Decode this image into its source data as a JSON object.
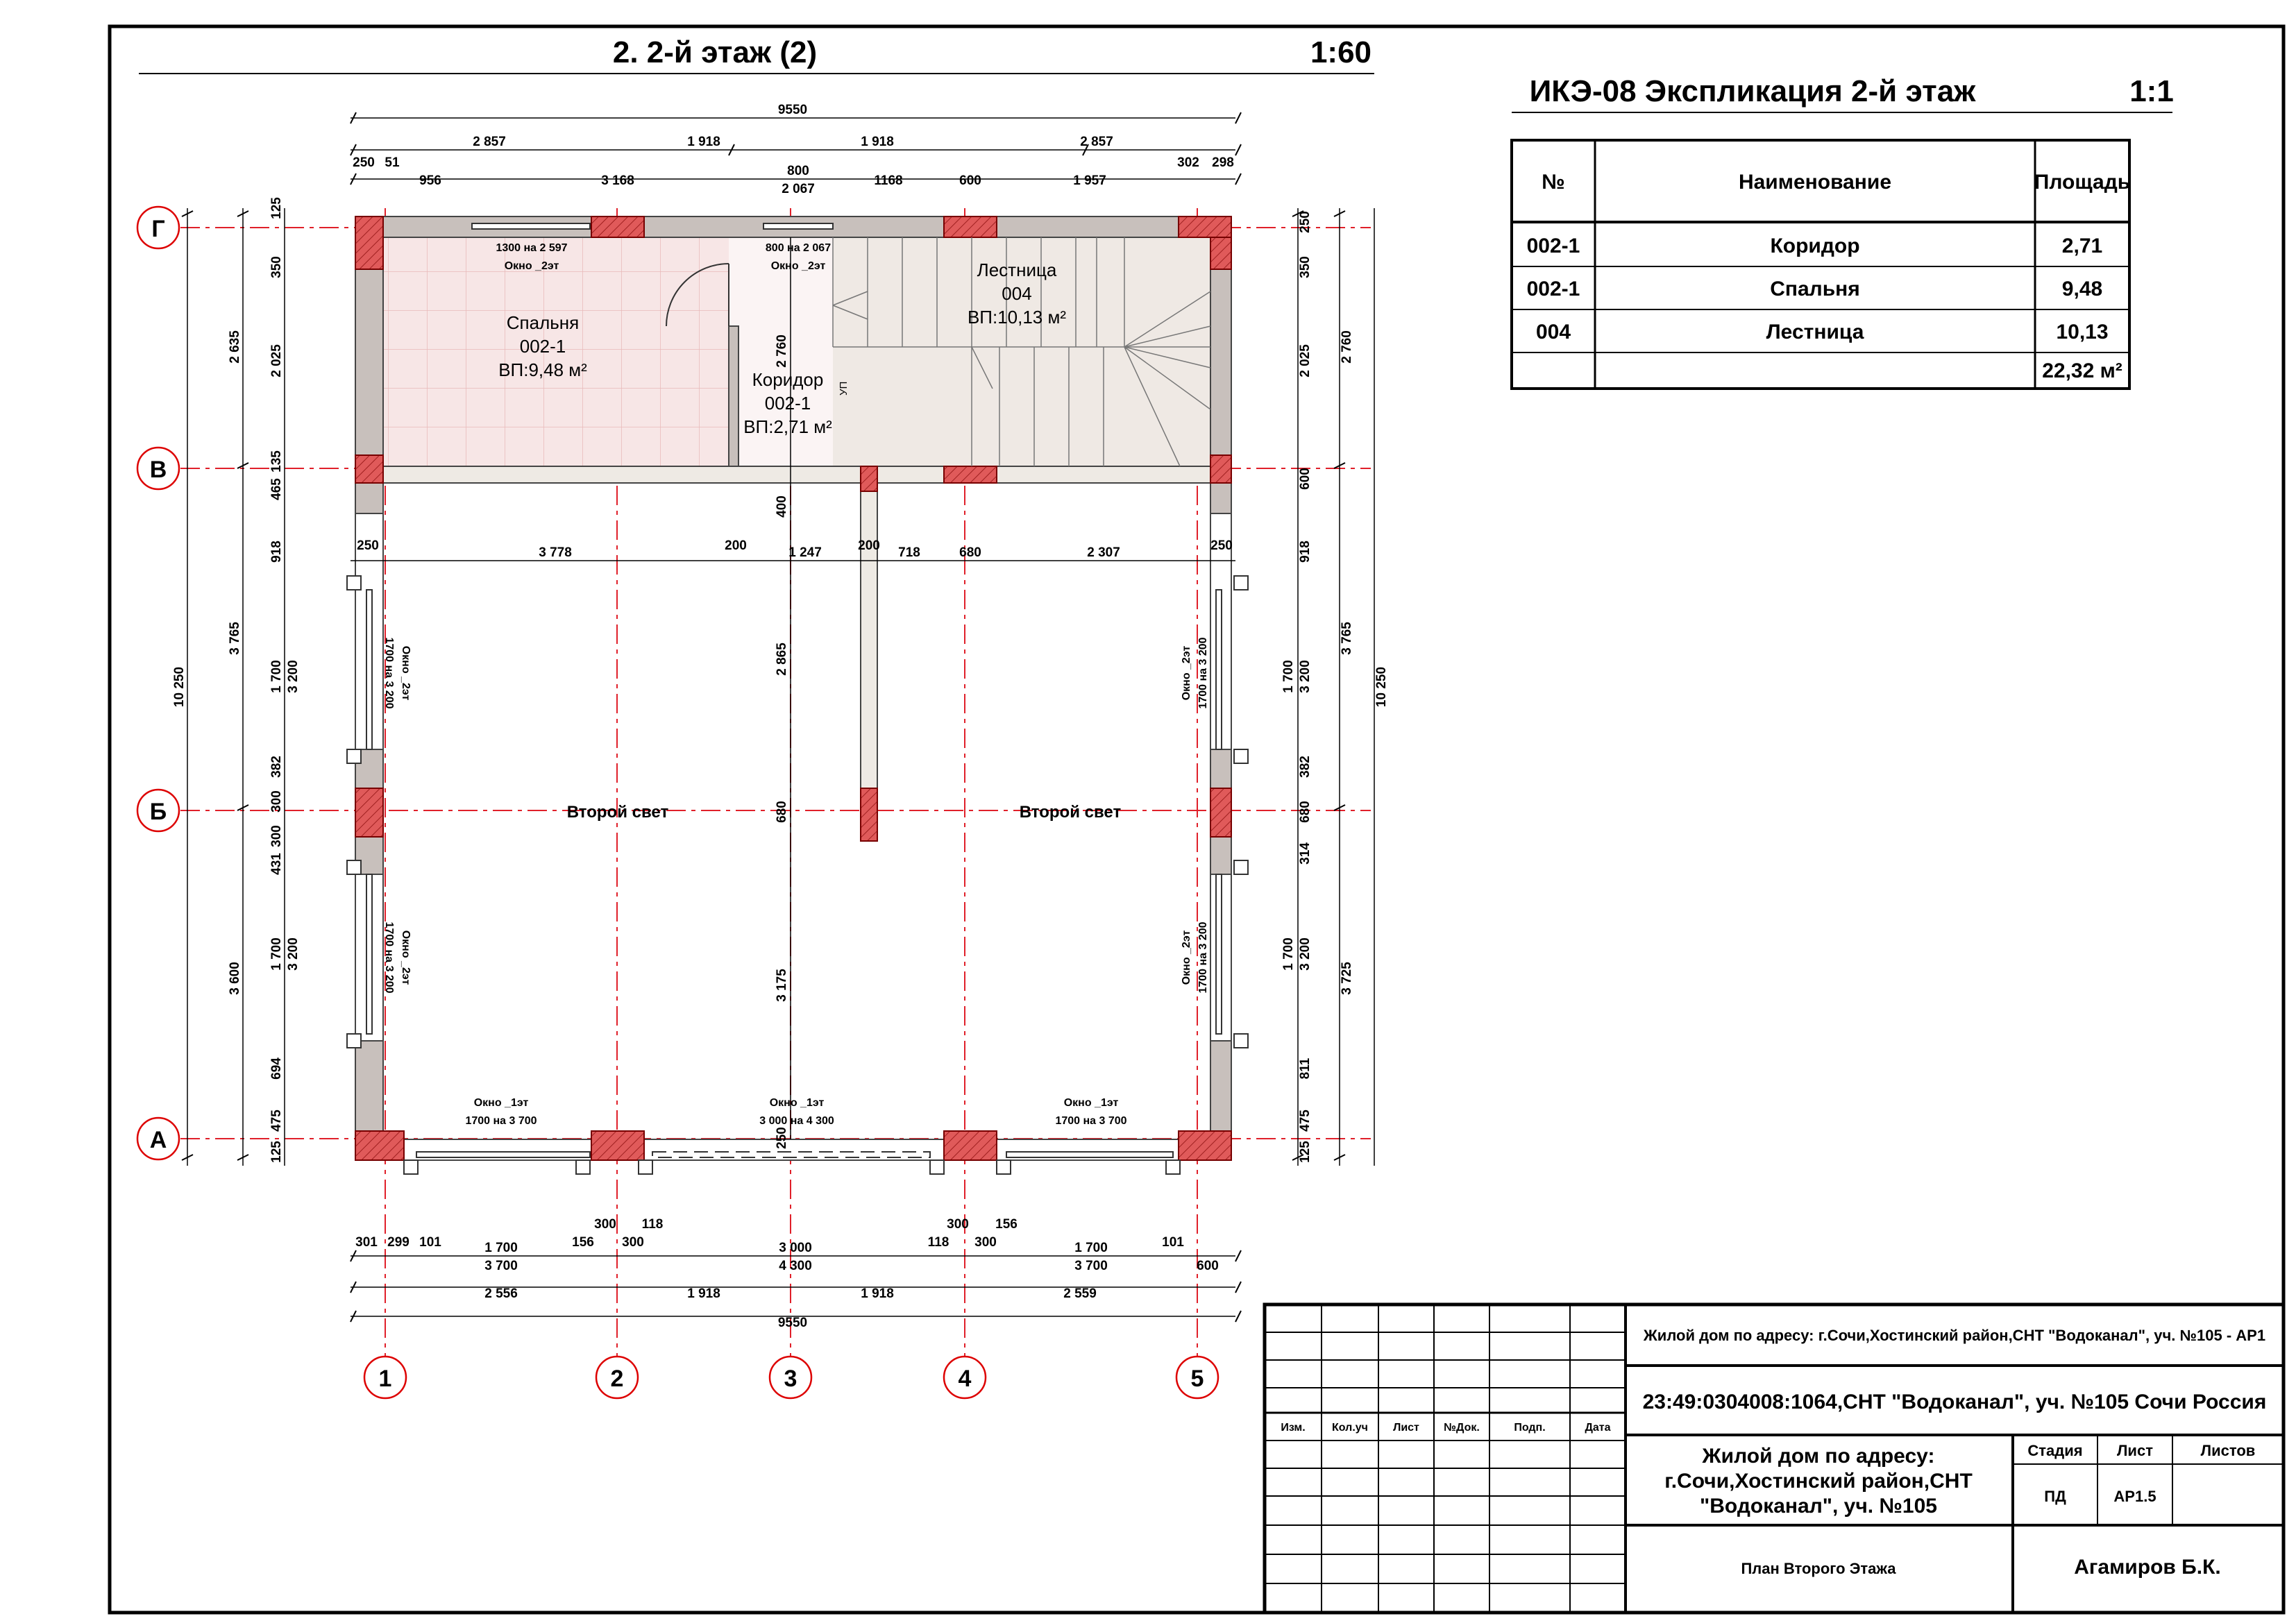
{
  "plan": {
    "title": "2. 2-й этаж (2)",
    "scale": "1:60",
    "second_light_1": "Второй свет",
    "second_light_2": "Второй свет",
    "rooms": [
      {
        "name": "Спальня",
        "code": "002-1",
        "area": "ВП:9,48 м²"
      },
      {
        "name": "Коридор",
        "code": "002-1",
        "area": "ВП:2,71 м²"
      },
      {
        "name": "Лестница",
        "code": "004",
        "area": "ВП:10,13 м²"
      }
    ],
    "window_labels": {
      "w_top_left": "1300 на 2 597",
      "w_top_left_name": "Окно _2эт",
      "w_top_mid": "800 на 2 067",
      "w_top_mid_name": "Окно _2эт",
      "w_left_1": "1700 на 3 200",
      "w_left_1_name": "Окно _2эт",
      "w_left_2": "1700 на 3 200",
      "w_left_2_name": "Окно _2эт",
      "w_right_1": "1700 на 3 200",
      "w_right_1_name": "Окно _2эт",
      "w_right_2": "1700 на 3 200",
      "w_right_2_name": "Окно _2эт",
      "w_bot_1_name": "Окно _1эт",
      "w_bot_1": "1700 на 3 700",
      "w_bot_2_name": "Окно _1эт",
      "w_bot_2": "3 000 на 4 300",
      "w_bot_3_name": "Окно _1эт",
      "w_bot_3": "1700 на 3 700"
    },
    "stair_small": "УП",
    "axes_letters": [
      "Г",
      "В",
      "Б",
      "А"
    ],
    "axes_numbers": [
      "1",
      "2",
      "3",
      "4",
      "5"
    ],
    "dims_top": {
      "total": "9550",
      "row2": [
        "2 857",
        "1 918",
        "1 918",
        "2 857"
      ],
      "row3": [
        "250",
        "51",
        "956",
        "3 168",
        "800",
        "2 067",
        "1168",
        "600",
        "1 957",
        "302",
        "298"
      ]
    },
    "dims_mid": [
      "250",
      "3 778",
      "200",
      "1 247",
      "200",
      "718",
      "680",
      "2 307",
      "250"
    ],
    "dims_bottom": {
      "row1": [
        "301",
        "299",
        "101",
        "1 700",
        "3 700",
        "156",
        "300",
        "300",
        "118",
        "3 000",
        "4 300",
        "118",
        "300",
        "300",
        "156",
        "1 700",
        "3 700",
        "101",
        "600"
      ],
      "row2": [
        "2 556",
        "1 918",
        "1 918",
        "2 559"
      ],
      "total": "9550"
    },
    "dims_left": {
      "outer": "10 250",
      "mid": [
        "2 635",
        "3 765",
        "3 600"
      ],
      "inner": [
        "125",
        "350",
        "2 025",
        "135",
        "465",
        "918",
        "1 700",
        "3 200",
        "382",
        "300",
        "300",
        "431",
        "1 700",
        "3 200",
        "694",
        "475",
        "125"
      ]
    },
    "dims_right": {
      "outer": "10 250",
      "mid": [
        "2 760",
        "3 765",
        "3 725"
      ],
      "inner": [
        "250",
        "350",
        "2 025",
        "600",
        "918",
        "1 700",
        "3 200",
        "382",
        "680",
        "314",
        "1 700",
        "3 200",
        "811",
        "475",
        "125"
      ]
    },
    "dims_center": [
      "2 760",
      "400",
      "2 865",
      "680",
      "3 175",
      "250"
    ]
  },
  "explication": {
    "title": "ИКЭ-08 Экспликация 2-й этаж",
    "scale": "1:1",
    "headers": [
      "№",
      "Наименование",
      "Площадь"
    ],
    "rows": [
      [
        "002-1",
        "Коридор",
        "2,71"
      ],
      [
        "002-1",
        "Спальня",
        "9,48"
      ],
      [
        "004",
        "Лестница",
        "10,13"
      ]
    ],
    "total": "22,32 м²"
  },
  "stamp": {
    "line1": "Жилой дом по адресу: г.Сочи,Хостинский район,СНТ \"Водоканал\", уч. №105 - АР1",
    "line2": "23:49:0304008:1064,СНТ \"Водоканал\", уч. №105 Сочи Россия",
    "object_1": "Жилой дом по адресу:",
    "object_2": "г.Сочи,Хостинский район,СНТ",
    "object_3": "\"Водоканал\", уч. №105",
    "cols": [
      "Изм.",
      "Кол.уч",
      "Лист",
      "№Док.",
      "Подп.",
      "Дата"
    ],
    "stage_h": "Стадия",
    "sheet_h": "Лист",
    "sheets_h": "Листов",
    "stage": "ПД",
    "sheet": "АР1.5",
    "drawing": "План Второго Этажа",
    "author": "Агамиров Б.К."
  },
  "colors": {
    "axis_red": "#e0202a",
    "wall_fill": "#c8c0bc",
    "column_fill": "#d9534f",
    "room_fill": "#f7e6e6",
    "stair_fill": "#efe9e4"
  }
}
